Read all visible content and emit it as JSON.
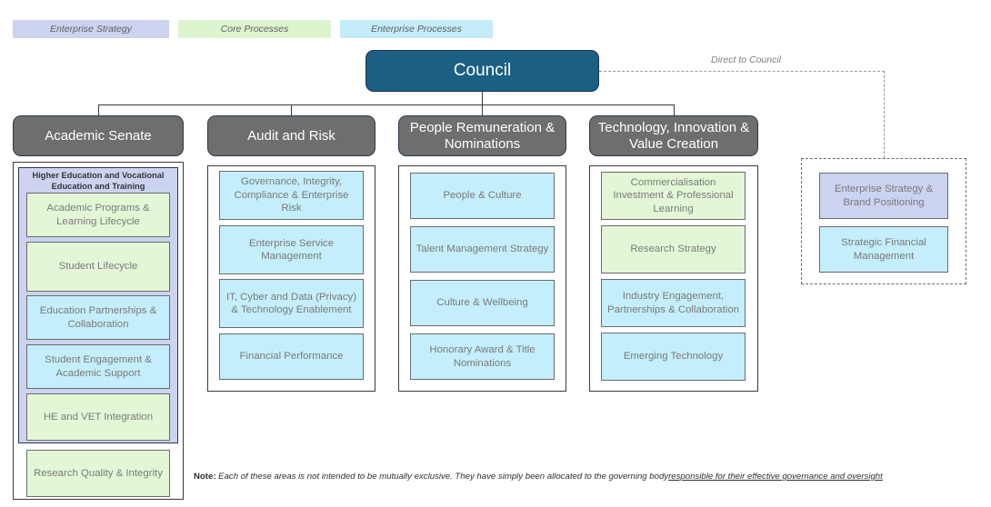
{
  "legend": {
    "items": [
      {
        "label": "Enterprise Strategy",
        "color": "#ccd3f0"
      },
      {
        "label": "Core Processes",
        "color": "#ddf5cf"
      },
      {
        "label": "Enterprise Processes",
        "color": "#c4ecf9"
      }
    ]
  },
  "root": {
    "label": "Council",
    "color": "#1b6083"
  },
  "direct_link": {
    "label": "Direct to Council"
  },
  "committees": [
    {
      "title": "Academic Senate",
      "group": {
        "title": "Higher Education and Vocational Education and Training",
        "category": "Enterprise Strategy",
        "items": [
          {
            "label": "Academic Programs & Learning Lifecycle",
            "category": "Core Processes"
          },
          {
            "label": "Student Lifecycle",
            "category": "Core Processes"
          },
          {
            "label": "Education Partnerships & Collaboration",
            "category": "Enterprise Processes"
          },
          {
            "label": "Student Engagement & Academic Support",
            "category": "Enterprise Processes"
          },
          {
            "label": "HE and VET Integration",
            "category": "Core Processes"
          }
        ]
      },
      "items": [
        {
          "label": "Research Quality & Integrity",
          "category": "Core Processes"
        }
      ]
    },
    {
      "title": "Audit and Risk",
      "items": [
        {
          "label": "Governance, Integrity, Compliance & Enterprise Risk",
          "category": "Enterprise Processes"
        },
        {
          "label": "Enterprise Service Management",
          "category": "Enterprise Processes"
        },
        {
          "label": "IT, Cyber and Data (Privacy) & Technology Enablement",
          "category": "Enterprise Processes"
        },
        {
          "label": "Financial Performance",
          "category": "Enterprise Processes"
        }
      ]
    },
    {
      "title": "People Remuneration & Nominations",
      "items": [
        {
          "label": "People & Culture",
          "category": "Enterprise Processes"
        },
        {
          "label": "Talent Management Strategy",
          "category": "Enterprise Processes"
        },
        {
          "label": "Culture & Wellbeing",
          "category": "Enterprise Processes"
        },
        {
          "label": "Honorary Award & Title Nominations",
          "category": "Enterprise Processes"
        }
      ]
    },
    {
      "title": "Technology, Innovation & Value Creation",
      "items": [
        {
          "label": "Commercialisation Investment & Professional Learning",
          "category": "Core Processes"
        },
        {
          "label": "Research Strategy",
          "category": "Core Processes"
        },
        {
          "label": "Industry Engagement, Partnerships & Collaboration",
          "category": "Enterprise Processes"
        },
        {
          "label": "Emerging Technology",
          "category": "Enterprise Processes"
        }
      ]
    }
  ],
  "direct_group": {
    "items": [
      {
        "label": "Enterprise Strategy & Brand Positioning",
        "category": "Enterprise Strategy"
      },
      {
        "label": "Strategic Financial Management",
        "category": "Enterprise Processes"
      }
    ]
  },
  "note": {
    "prefix": "Note:",
    "body": " Each of these areas is not intended to be mutually exclusive. They have simply been allocated to the governing body",
    "underlined": "responsible for their effective governance and oversight"
  }
}
